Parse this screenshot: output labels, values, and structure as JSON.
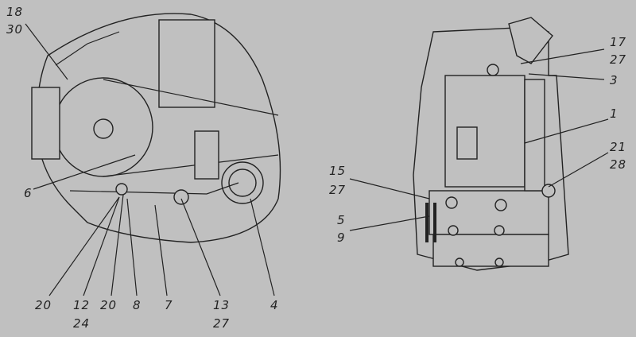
{
  "left_view": {
    "callouts": [
      "18",
      "30",
      "6",
      "20",
      "12",
      "24",
      "20",
      "8",
      "7",
      "13",
      "27",
      "4"
    ]
  },
  "right_view": {
    "callouts": [
      "17",
      "27",
      "3",
      "1",
      "21",
      "28",
      "15",
      "27",
      "5",
      "9"
    ]
  },
  "colors": {
    "background": "#c0c0c0",
    "ink": "#222222"
  }
}
